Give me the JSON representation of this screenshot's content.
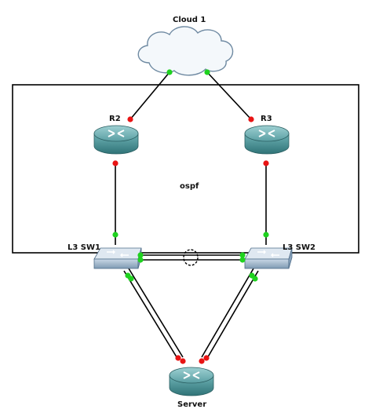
{
  "cloud": {
    "label": "Cloud 1",
    "icon": "cloud-icon"
  },
  "area": {
    "label": "ospf"
  },
  "routers": [
    {
      "id": "r2",
      "label": "R2",
      "icon": "router-icon"
    },
    {
      "id": "r3",
      "label": "R3",
      "icon": "router-icon"
    }
  ],
  "switches": [
    {
      "id": "sw1",
      "label": "L3 SW1",
      "icon": "layer3-switch-icon"
    },
    {
      "id": "sw2",
      "label": "L3 SW2",
      "icon": "layer3-switch-icon"
    }
  ],
  "server": {
    "label": "Server",
    "icon": "router-icon"
  },
  "links": [
    {
      "from": "Cloud 1",
      "to": "R2",
      "status": [
        "up",
        "down"
      ]
    },
    {
      "from": "Cloud 1",
      "to": "R3",
      "status": [
        "up",
        "down"
      ]
    },
    {
      "from": "R2",
      "to": "L3 SW1",
      "status": [
        "down",
        "up"
      ]
    },
    {
      "from": "R3",
      "to": "L3 SW2",
      "status": [
        "down",
        "up"
      ]
    },
    {
      "from": "L3 SW1",
      "to": "L3 SW2",
      "type": "port-channel",
      "status": [
        "up",
        "up"
      ]
    },
    {
      "from": "L3 SW1",
      "to": "Server",
      "type": "double",
      "status": [
        "up",
        "down"
      ]
    },
    {
      "from": "L3 SW2",
      "to": "Server",
      "type": "double",
      "status": [
        "up",
        "down"
      ]
    }
  ],
  "colors": {
    "link_up": "#1fd21f",
    "link_down": "#e81414",
    "router_body": "#3f8f93",
    "switch_body": "#9fb6cc"
  }
}
